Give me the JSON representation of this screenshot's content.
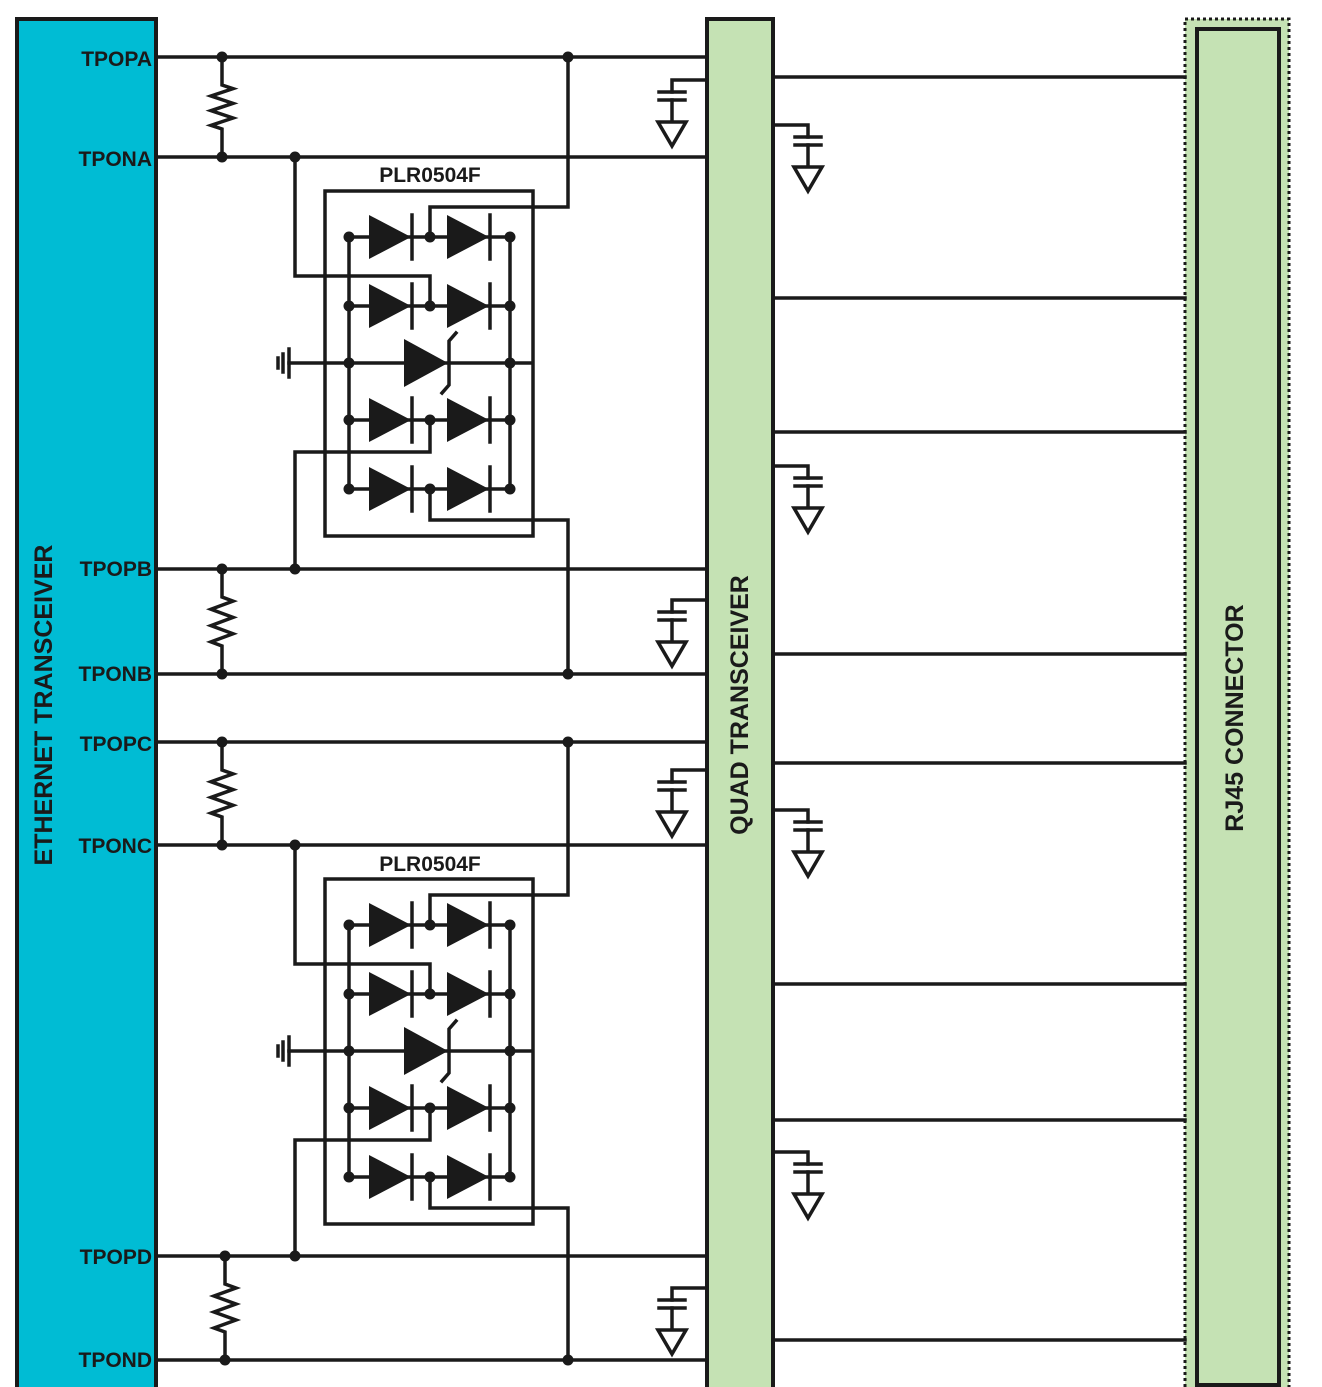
{
  "blocks": {
    "ethernet": {
      "label": "ETHERNET TRANSCEIVER",
      "color": "#00bcd4"
    },
    "quad": {
      "label": "QUAD TRANSCEIVER",
      "color": "#c5e2b4"
    },
    "rj45": {
      "label": "RJ45 CONNECTOR",
      "color": "#c5e2b4"
    }
  },
  "pins": [
    "TPOPA",
    "TPONA",
    "TPOPB",
    "TPONB",
    "TPOPC",
    "TPONC",
    "TPOPD",
    "TPOND"
  ],
  "protection": [
    {
      "label": "PLR0504F"
    },
    {
      "label": "PLR0504F"
    }
  ]
}
